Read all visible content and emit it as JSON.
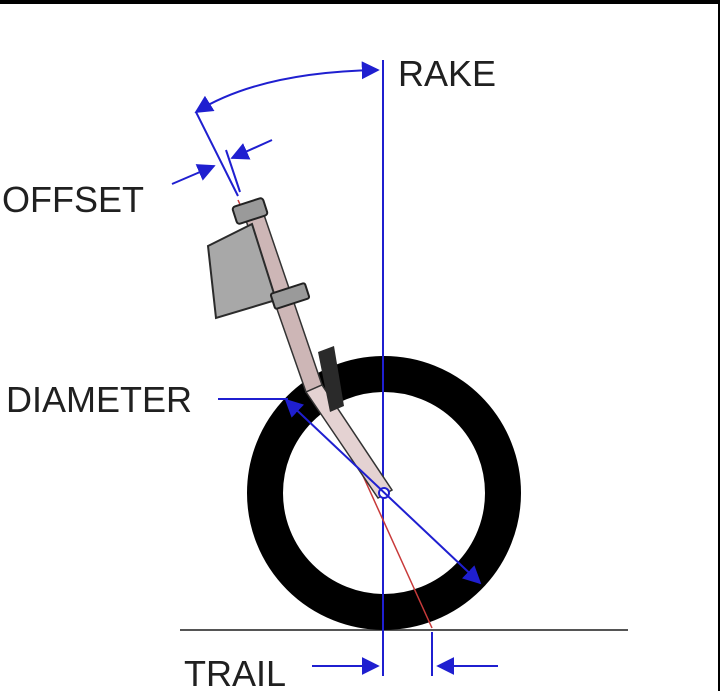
{
  "labels": {
    "rake": "RAKE",
    "offset": "OFFSET",
    "diameter": "DIAMETER",
    "trail": "TRAIL"
  },
  "colors": {
    "dimension_lines": "#1f1fd0",
    "steering_axis": "#c83a3a",
    "tire": "#000000",
    "fork": "#d9c6c6",
    "triple_clamp": "#a8a8a8",
    "ground": "#555555",
    "text": "#202020"
  }
}
